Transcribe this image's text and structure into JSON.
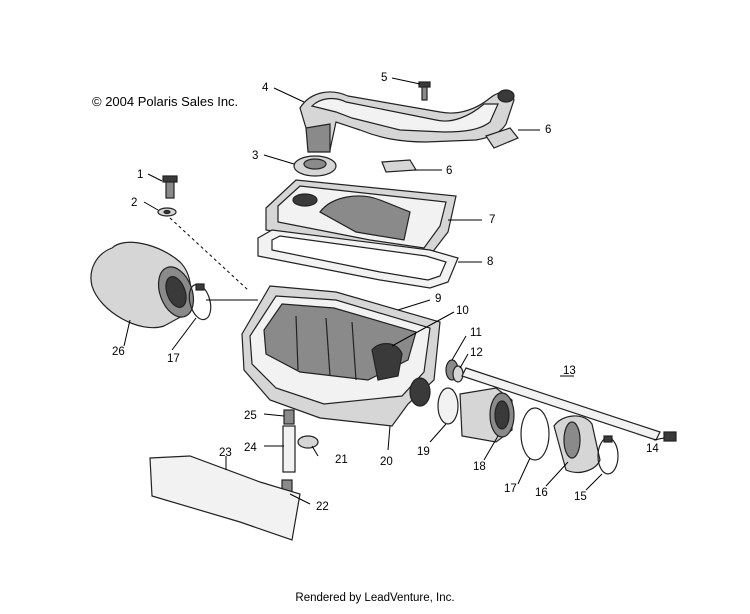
{
  "copyright": "© 2004 Polaris Sales Inc.",
  "footer": "Rendered by LeadVenture, Inc.",
  "callouts": {
    "c1": "1",
    "c2": "2",
    "c3": "3",
    "c4": "4",
    "c5": "5",
    "c6a": "6",
    "c6b": "6",
    "c7": "7",
    "c8": "8",
    "c9": "9",
    "c10": "10",
    "c11": "11",
    "c12": "12",
    "c13": "13",
    "c14": "14",
    "c15": "15",
    "c16": "16",
    "c17a": "17",
    "c17b": "17",
    "c18": "18",
    "c19": "19",
    "c20": "20",
    "c21": "21",
    "c22": "22",
    "c23": "23",
    "c24": "24",
    "c25": "25",
    "c26": "26"
  }
}
